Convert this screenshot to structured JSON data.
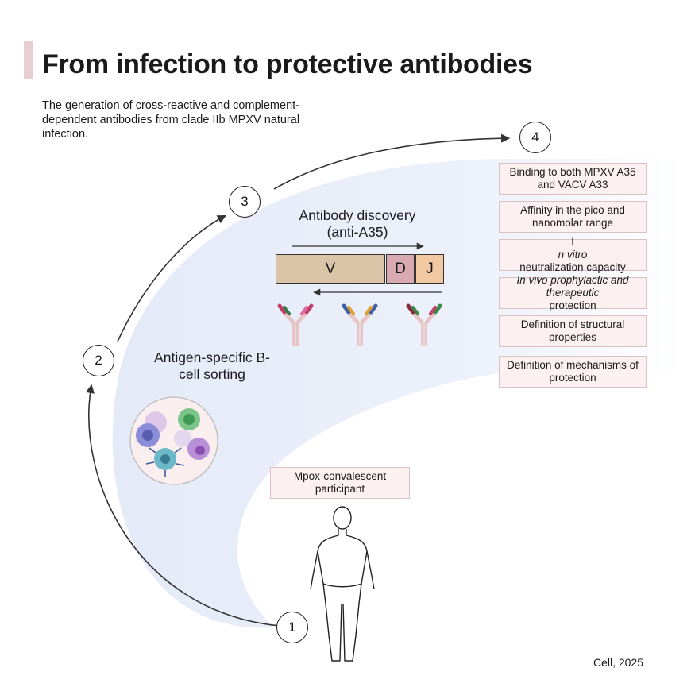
{
  "title": "From infection to protective antibodies",
  "subtitle": "The generation of cross-reactive and complement-dependent antibodies from clade IIb MPXV natural infection.",
  "steps": [
    "1",
    "2",
    "3",
    "4"
  ],
  "participant_label": "Mpox-convalescent participant",
  "sorting_label": "Antigen-specific B-cell sorting",
  "discovery_label": "Antibody discovery (anti-A35)",
  "gene_segments": [
    "V",
    "D",
    "J"
  ],
  "properties": [
    {
      "pre": "Binding to both MPXV A35 and VACV A33",
      "italic": "",
      "post": ""
    },
    {
      "pre": "Affinity in the pico and nanomolar range",
      "italic": "",
      "post": ""
    },
    {
      "pre": "I",
      "italic": "n vitro",
      "post": " neutralization capacity"
    },
    {
      "pre": "",
      "italic": "In vivo prophylactic and therapeutic",
      "post": " protection"
    },
    {
      "pre": "Definition of structural properties",
      "italic": "",
      "post": ""
    },
    {
      "pre": "Definition of mechanisms of protection",
      "italic": "",
      "post": ""
    }
  ],
  "citation": "Cell, 2025",
  "colors": {
    "accent": "#e8cfd2",
    "flow_band": "#e7ecf8",
    "box_fill": "#fcf0f0",
    "box_border": "#d9c2c4",
    "segment_v": "#d9c4a8",
    "segment_d": "#d9a9b2",
    "segment_j": "#f2c8a2"
  }
}
